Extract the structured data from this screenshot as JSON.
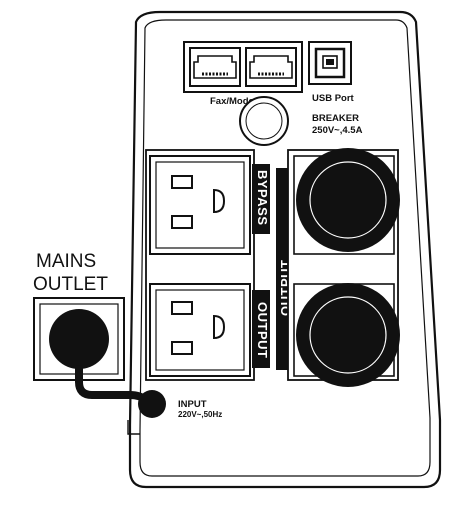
{
  "diagram": {
    "labels": {
      "fax_modem": "Fax/Modem",
      "usb_port": "USB Port",
      "breaker_title": "BREAKER",
      "breaker_rating": "250V~,4.5A",
      "mains_line1": "MAINS",
      "mains_line2": "OUTLET",
      "input_title": "INPUT",
      "input_rating": "220V~,50Hz",
      "bypass": "BYPASS",
      "output_center": "OUTPUT",
      "output_lower": "OUTPUT"
    },
    "colors": {
      "ink": "#111111",
      "background": "#ffffff",
      "panel_fill": "#ffffff"
    },
    "icons": [
      "rj11-port-icon",
      "usb-b-port-icon",
      "breaker-button-icon",
      "ac-outlet-icon",
      "power-plug-icon"
    ]
  }
}
